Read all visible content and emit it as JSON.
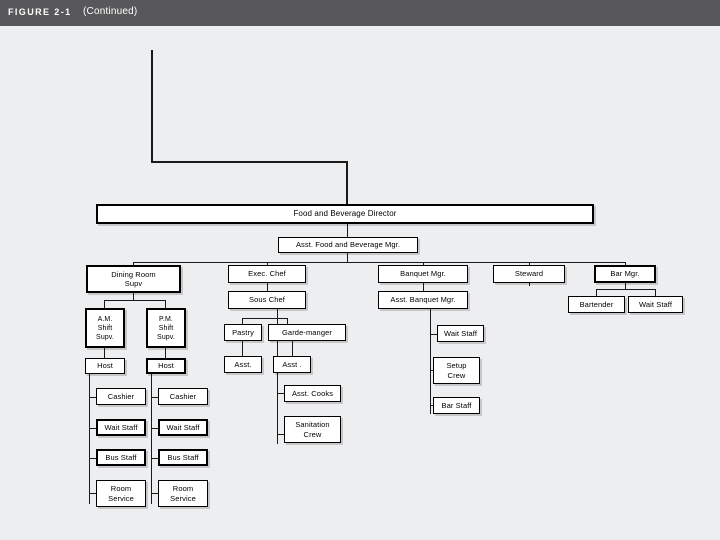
{
  "header": {
    "figure_label": "FIGURE 2-1",
    "continued_label": "(Continued)",
    "bar_color": "#58585a",
    "text_color": "#ffffff"
  },
  "page": {
    "background_color": "#edeef0",
    "box_fill": "#ffffff",
    "box_border": "#000000",
    "line_color": "#1a1a1a"
  },
  "chart_data": {
    "type": "diagram",
    "title": "Food and Beverage Department Organization Chart",
    "root": "Food and Beverage Director",
    "nodes": {
      "fb_director": "Food and Beverage Director",
      "asst_fb_mgr": "Asst. Food and Beverage Mgr.",
      "dining_room_supv_l1": "Dining Room",
      "dining_room_supv_l2": "Supv",
      "am_shift_l1": "A.M.",
      "am_shift_l2": "Shift",
      "am_shift_l3": "Supv.",
      "pm_shift_l1": "P.M.",
      "pm_shift_l2": "Shift",
      "pm_shift_l3": "Supv.",
      "host_am": "Host",
      "host_pm": "Host",
      "cashier_am": "Cashier",
      "wait_staff_am": "Wait Staff",
      "bus_staff_am": "Bus Staff",
      "room_service_am_l1": "Room",
      "room_service_am_l2": "Service",
      "cashier_pm": "Cashier",
      "wait_staff_pm": "Wait Staff",
      "bus_staff_pm": "Bus Staff",
      "room_service_pm_l1": "Room",
      "room_service_pm_l2": "Service",
      "exec_chef": "Exec. Chef",
      "sous_chef": "Sous Chef",
      "pastry": "Pastry",
      "pastry_asst": "Asst.",
      "garde_manger": "Garde-manger",
      "garde_manger_asst": "Asst .",
      "asst_cooks": "Asst. Cooks",
      "sanitation_crew_l1": "Sanitation",
      "sanitation_crew_l2": "Crew",
      "banquet_mgr": "Banquet Mgr.",
      "asst_banquet_mgr": "Asst. Banquet Mgr.",
      "banquet_wait_staff": "Wait Staff",
      "setup_crew_l1": "Setup",
      "setup_crew_l2": "Crew",
      "bar_staff": "Bar Staff",
      "steward": "Steward",
      "bar_mgr": "Bar Mgr.",
      "bartender": "Bartender",
      "bar_wait_staff": "Wait Staff"
    },
    "edges": [
      {
        "from": "top-of-page",
        "to": "fb_director"
      },
      {
        "from": "fb_director",
        "to": "asst_fb_mgr"
      },
      {
        "from": "asst_fb_mgr",
        "to": "dining_room_supv"
      },
      {
        "from": "asst_fb_mgr",
        "to": "exec_chef"
      },
      {
        "from": "asst_fb_mgr",
        "to": "banquet_mgr"
      },
      {
        "from": "asst_fb_mgr",
        "to": "steward"
      },
      {
        "from": "asst_fb_mgr",
        "to": "bar_mgr"
      },
      {
        "from": "dining_room_supv",
        "to": "am_shift_supv"
      },
      {
        "from": "dining_room_supv",
        "to": "pm_shift_supv"
      },
      {
        "from": "am_shift_supv",
        "to": "host_am"
      },
      {
        "from": "pm_shift_supv",
        "to": "host_pm"
      },
      {
        "from": "host_am",
        "to": "cashier_am"
      },
      {
        "from": "host_am",
        "to": "wait_staff_am"
      },
      {
        "from": "host_am",
        "to": "bus_staff_am"
      },
      {
        "from": "host_am",
        "to": "room_service_am"
      },
      {
        "from": "host_pm",
        "to": "cashier_pm"
      },
      {
        "from": "host_pm",
        "to": "wait_staff_pm"
      },
      {
        "from": "host_pm",
        "to": "bus_staff_pm"
      },
      {
        "from": "host_pm",
        "to": "room_service_pm"
      },
      {
        "from": "exec_chef",
        "to": "sous_chef"
      },
      {
        "from": "sous_chef",
        "to": "pastry"
      },
      {
        "from": "sous_chef",
        "to": "garde_manger"
      },
      {
        "from": "sous_chef",
        "to": "asst_cooks"
      },
      {
        "from": "sous_chef",
        "to": "sanitation_crew"
      },
      {
        "from": "pastry",
        "to": "pastry_asst"
      },
      {
        "from": "garde_manger",
        "to": "garde_manger_asst"
      },
      {
        "from": "banquet_mgr",
        "to": "asst_banquet_mgr"
      },
      {
        "from": "asst_banquet_mgr",
        "to": "banquet_wait_staff"
      },
      {
        "from": "asst_banquet_mgr",
        "to": "setup_crew"
      },
      {
        "from": "asst_banquet_mgr",
        "to": "bar_staff"
      },
      {
        "from": "bar_mgr",
        "to": "bartender"
      },
      {
        "from": "bar_mgr",
        "to": "bar_wait_staff"
      }
    ]
  }
}
